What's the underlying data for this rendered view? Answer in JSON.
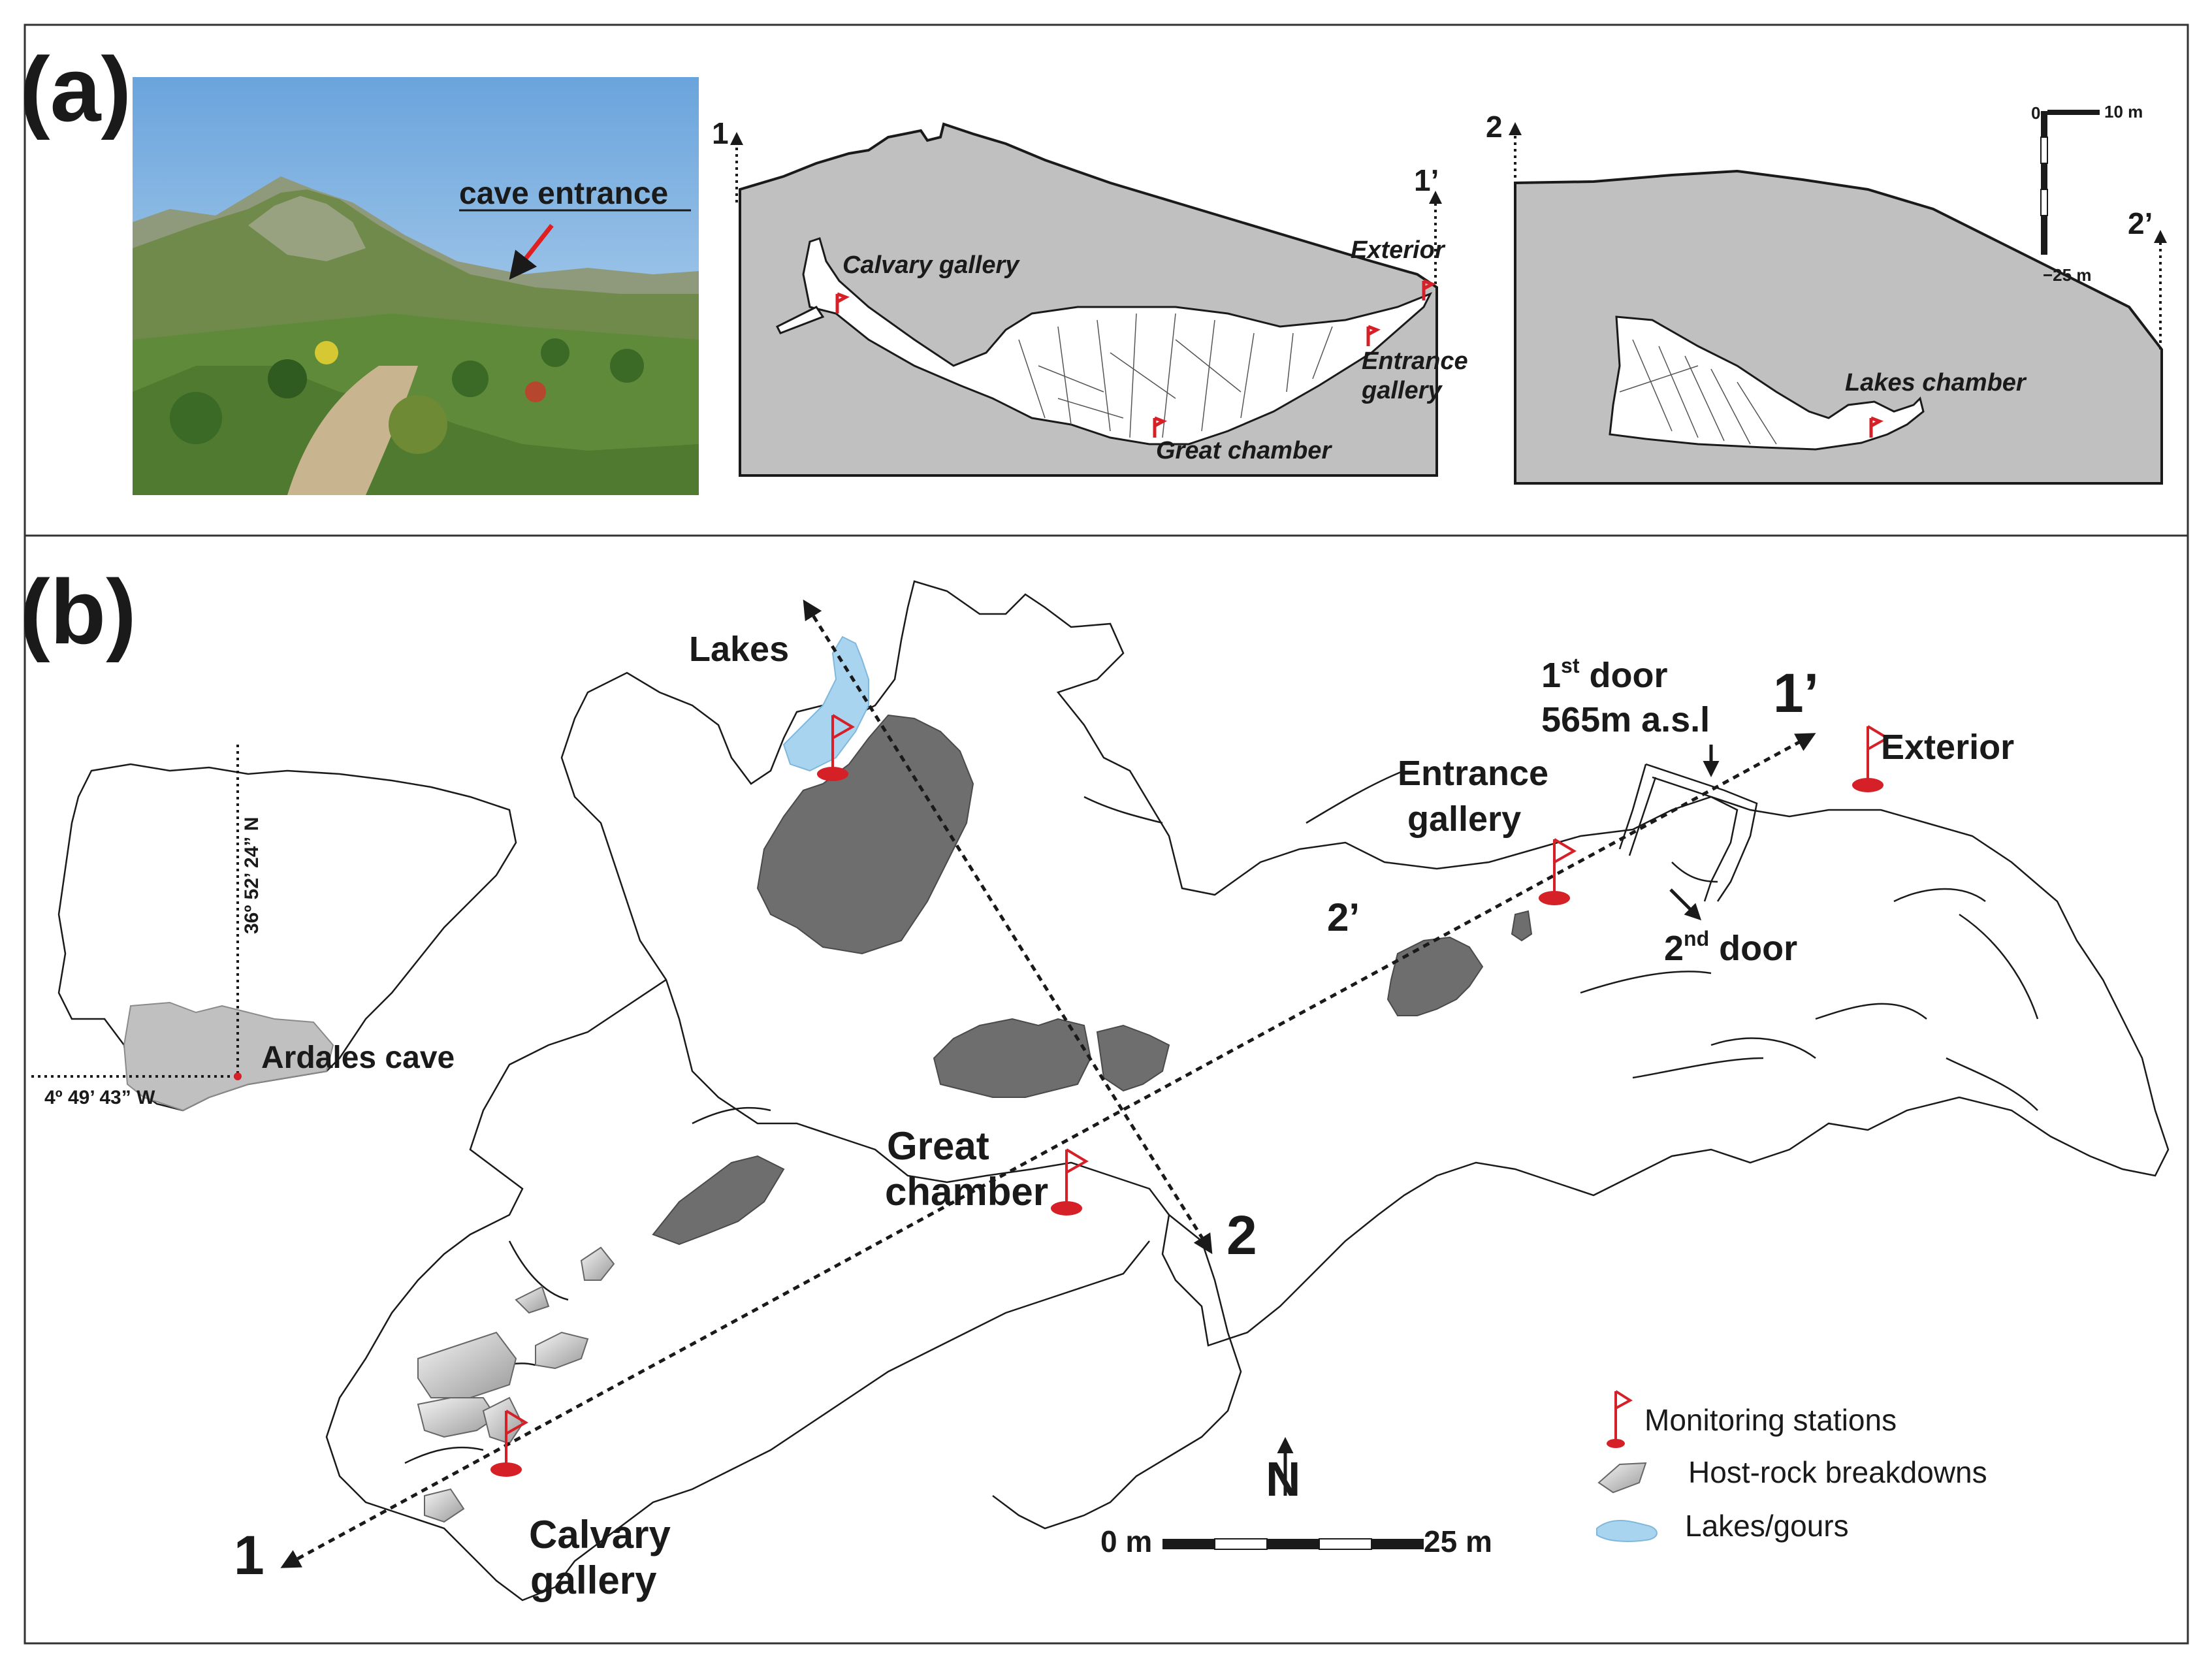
{
  "panel_a": {
    "label": "(a)",
    "photo_label": "cave entrance",
    "profile1": {
      "start": "1",
      "end": "1’",
      "labels": {
        "calvary": "Calvary gallery",
        "exterior": "Exterior",
        "entrance_1": "Entrance",
        "entrance_2": "gallery",
        "great": "Great chamber"
      }
    },
    "profile2": {
      "start": "2",
      "end": "2’",
      "lakes": "Lakes chamber"
    },
    "vscale": {
      "top": "0",
      "right": "10 m",
      "bottom": "−25 m"
    }
  },
  "panel_b": {
    "label": "(b)",
    "lakes": "Lakes",
    "door1_line1": "1st door",
    "door1_sup": "st",
    "door1_num": "1",
    "door1_rest": " door",
    "door1_line2": "565m a.s.l",
    "exterior": "Exterior",
    "entrance_1": "Entrance",
    "entrance_2": "gallery",
    "door2_num": "2",
    "door2_sup": "nd",
    "door2_rest": " door",
    "great_1": "Great",
    "great_2": "chamber",
    "calvary_1": "Calvary",
    "calvary_2": "gallery",
    "point_1": "1",
    "point_1p": "1’",
    "point_2": "2",
    "point_2p": "2’",
    "inset": {
      "site": "Ardales cave",
      "lat": "36º 52’ 24” N",
      "lon": "4º 49’ 43” W"
    },
    "north": "N",
    "scale": {
      "left": "0 m",
      "right": "25 m"
    },
    "legend": {
      "stations": "Monitoring stations",
      "breakdowns": "Host-rock breakdowns",
      "lakes": "Lakes/gours"
    }
  },
  "colors": {
    "station_red": "#d62027",
    "rock_gray": "#c0c0c0",
    "breakdown_gray": "#6e6e6e",
    "lake_blue": "#a9d4ef"
  }
}
